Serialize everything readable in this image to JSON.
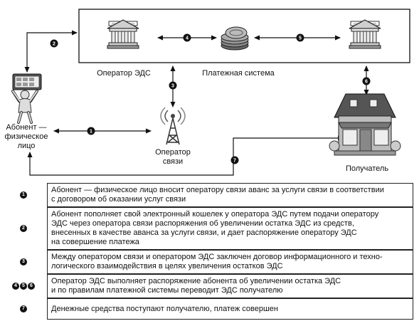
{
  "nodes": {
    "operator_eds": "Оператор ЭДС",
    "payment_system": "Платежная система",
    "subscriber": [
      "Абонент —",
      "физическое",
      "лицо"
    ],
    "telecom": [
      "Оператор",
      "связи"
    ],
    "recipient": "Получатель"
  },
  "markers": [
    "1",
    "2",
    "3",
    "4",
    "5",
    "6",
    "7"
  ],
  "legend": [
    {
      "badges": [
        "1"
      ],
      "lines": [
        "Абонент — физическое лицо вносит оператору связи аванс за услуги связи в соответствии",
        "с договором об оказании услуг связи"
      ]
    },
    {
      "badges": [
        "2"
      ],
      "lines": [
        "Абонент пополняет свой электронный кошелек у оператора ЭДС путем подачи оператору",
        "ЭДС через оператора связи распоряжения об увеличении остатка ЭДС из средств,",
        "внесенных в качестве аванса за услуги связи, и дает распоряжение оператору ЭДС",
        "на совершение платежа"
      ]
    },
    {
      "badges": [
        "3"
      ],
      "lines": [
        "Между оператором связи и оператором ЭДС заключен договор информационного и техно-",
        "логического взаимодействия в целях увеличения остатков ЭДС"
      ]
    },
    {
      "badges": [
        "4",
        "5",
        "6"
      ],
      "lines": [
        "Оператор ЭДС выполняет распоряжение абонента об увеличении остатка ЭДС",
        "и по правилам платежной системы переводит ЭДС получателю"
      ]
    },
    {
      "badges": [
        "7"
      ],
      "lines": [
        "Денежные средства поступают получателю, платеж совершен"
      ]
    }
  ],
  "colors": {
    "ink": "#111111",
    "stone": "#d9d9d9",
    "roof": "#555555",
    "shop_wall": "#bdbdbd"
  },
  "icons": [
    "bank-icon",
    "coins-icon",
    "person-with-terminal-icon",
    "radio-tower-icon",
    "shop-icon"
  ]
}
